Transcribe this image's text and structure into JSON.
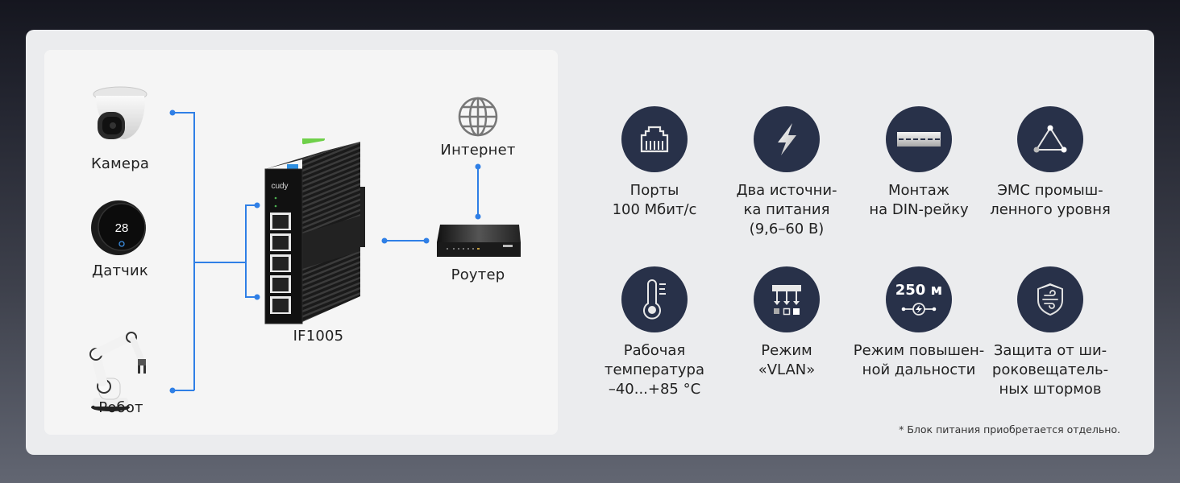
{
  "diagram": {
    "devices": [
      {
        "id": "camera",
        "label": "Камера"
      },
      {
        "id": "sensor",
        "label": "Датчик",
        "display_value": "28"
      },
      {
        "id": "robot",
        "label": "Робот"
      }
    ],
    "switch": {
      "label": "IF1005",
      "brand": "cudy",
      "ports": 5
    },
    "internet": {
      "label": "Интернет"
    },
    "router": {
      "label": "Роутер"
    },
    "link_color": "#2f7fe6"
  },
  "features": [
    {
      "icon": "ethernet-port-icon",
      "text": "Порты\n100 Мбит/с"
    },
    {
      "icon": "lightning-icon",
      "text": "Два источни-\nка питания\n(9,6–60 В)"
    },
    {
      "icon": "din-rail-icon",
      "text": "Монтаж\nна DIN-рейку"
    },
    {
      "icon": "triangle-nodes-icon",
      "text": "ЭМС промыш-\nленного уровня"
    },
    {
      "icon": "thermometer-icon",
      "text": "Рабочая\nтемпература\n–40...+85 °C"
    },
    {
      "icon": "vlan-icon",
      "text": "Режим\n«VLAN»"
    },
    {
      "icon": "long-range-icon",
      "badge": "250 м",
      "text": "Режим повышен-\nной дальности"
    },
    {
      "icon": "shield-storm-icon",
      "text": "Защита от ши-\nроковещатель-\nных штормов"
    }
  ],
  "footnote": "* Блок питания приобретается отдельно.",
  "colors": {
    "icon_circle": "#283149",
    "accent_link": "#2f7fe6"
  }
}
